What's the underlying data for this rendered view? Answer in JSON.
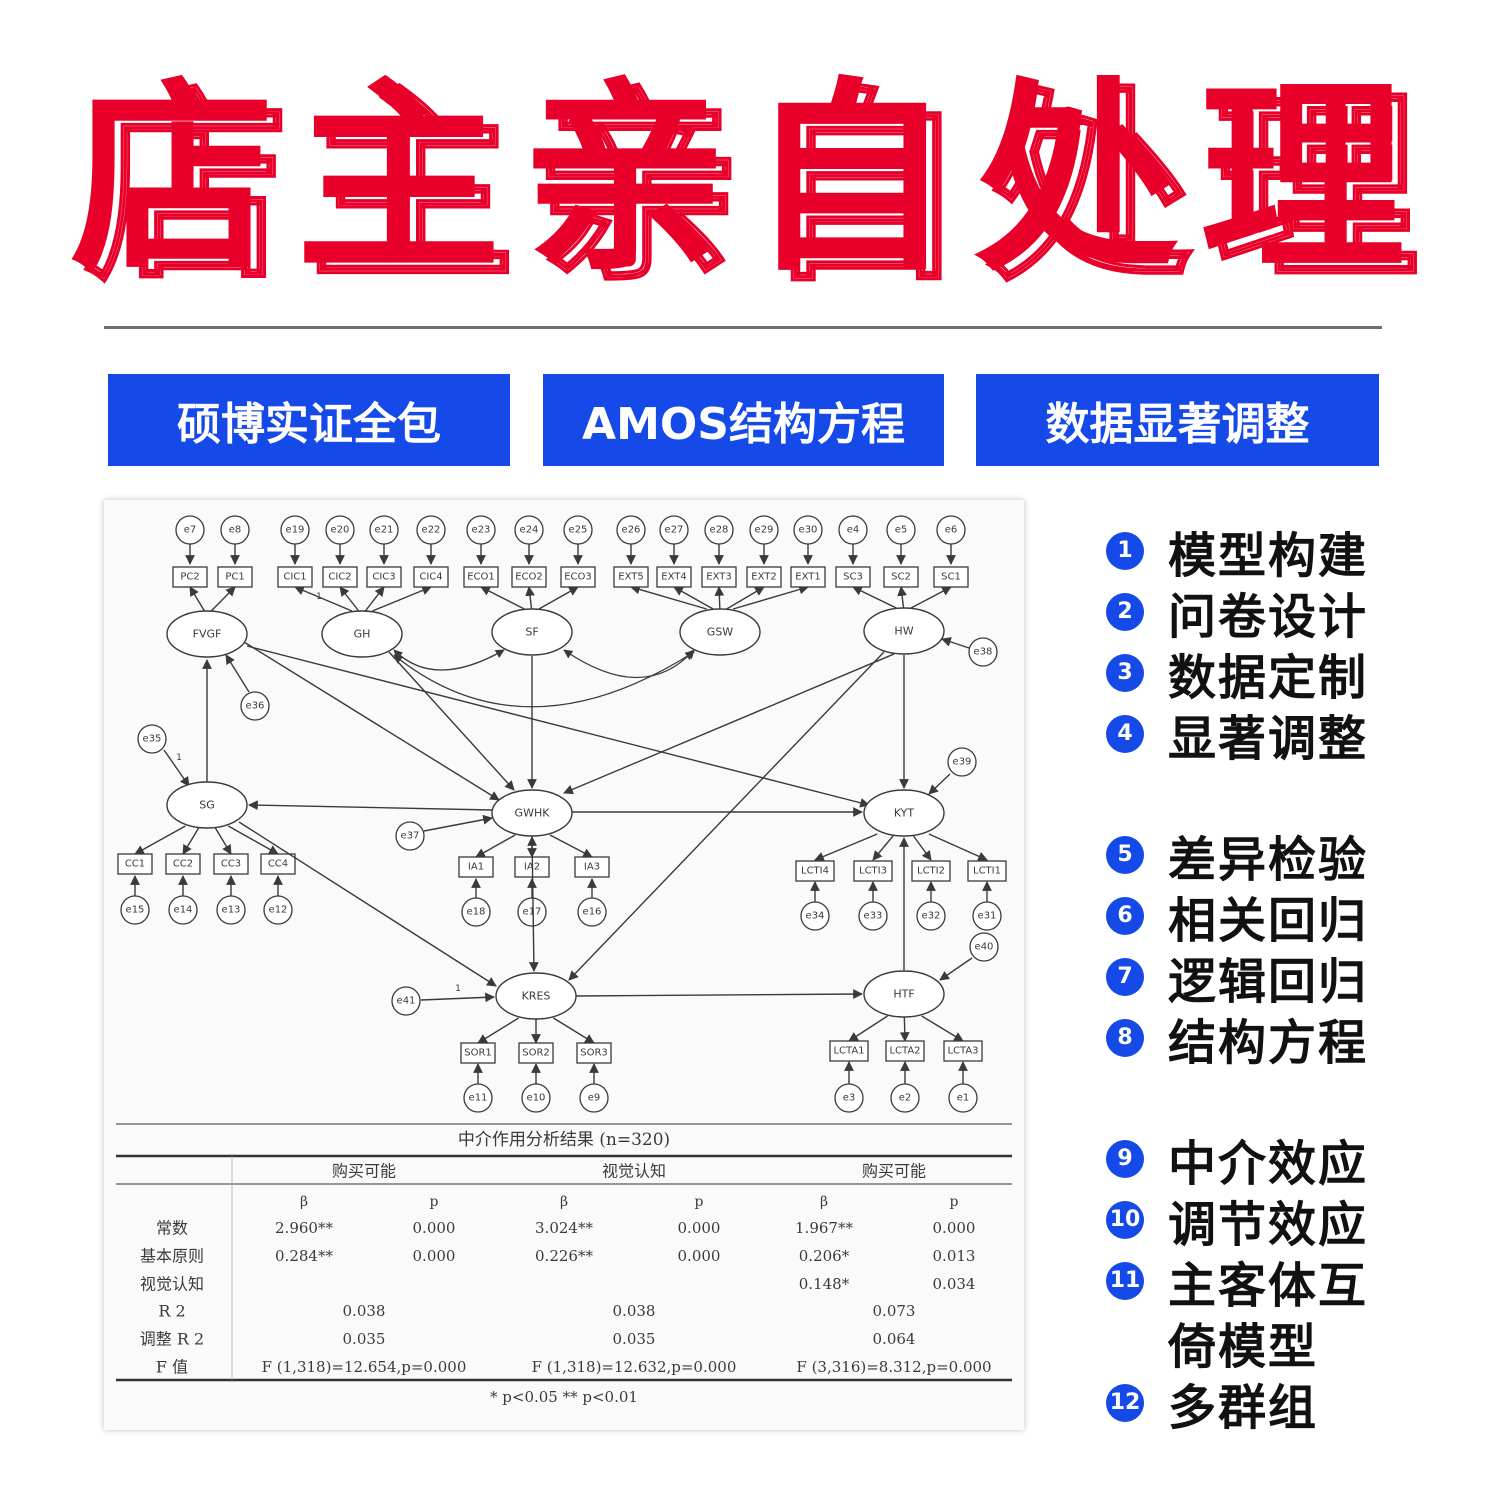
{
  "headline": "店主亲自处理",
  "tags": [
    "硕博实证全包",
    "AMOS结构方程",
    "数据显著调整"
  ],
  "services": [
    {
      "num": "1",
      "label": "模型构建"
    },
    {
      "num": "2",
      "label": "问卷设计"
    },
    {
      "num": "3",
      "label": "数据定制"
    },
    {
      "num": "4",
      "label": "显著调整"
    },
    {
      "num": "5",
      "label": "差异检验"
    },
    {
      "num": "6",
      "label": "相关回归"
    },
    {
      "num": "7",
      "label": "逻辑回归"
    },
    {
      "num": "8",
      "label": "结构方程"
    },
    {
      "num": "9",
      "label": "中介效应"
    },
    {
      "num": "10",
      "label": "调节效应"
    },
    {
      "num": "11",
      "label": "主客体互",
      "continuation": "倚模型"
    },
    {
      "num": "12",
      "label": "多群组"
    }
  ],
  "sem": {
    "latents": [
      "FVGF",
      "GH",
      "SF",
      "GSW",
      "HW",
      "SG",
      "GWHK",
      "KYT",
      "KRES",
      "HTF"
    ],
    "observed": [
      "PC2",
      "PC1",
      "CIC1",
      "CIC2",
      "CIC3",
      "CIC4",
      "ECO1",
      "ECO2",
      "ECO3",
      "EXT5",
      "EXT4",
      "EXT3",
      "EXT2",
      "EXT1",
      "SC3",
      "SC2",
      "SC1",
      "CC1",
      "CC2",
      "CC3",
      "CC4",
      "IA1",
      "IA2",
      "IA3",
      "LCTI4",
      "LCTI3",
      "LCTI2",
      "LCTI1",
      "SOR1",
      "SOR2",
      "SOR3",
      "LCTA1",
      "LCTA2",
      "LCTA3"
    ],
    "errors_top": [
      "e7",
      "e8",
      "e19",
      "e20",
      "e21",
      "e22",
      "e23",
      "e24",
      "e25",
      "e26",
      "e27",
      "e28",
      "e29",
      "e30",
      "e4",
      "e5",
      "e6"
    ],
    "errors_cc": [
      "e15",
      "e14",
      "e13",
      "e12"
    ],
    "errors_ia": [
      "e18",
      "e17",
      "e16"
    ],
    "errors_lcti": [
      "e34",
      "e33",
      "e32",
      "e31"
    ],
    "errors_sor": [
      "e11",
      "e10",
      "e9"
    ],
    "errors_lcta": [
      "e3",
      "e2",
      "e1"
    ],
    "disturbances": [
      "e35",
      "e36",
      "e37",
      "e38",
      "e39",
      "e40",
      "e41"
    ],
    "path_label": "1"
  },
  "table": {
    "title": "中介作用分析结果 (n=320)",
    "groups": [
      "购买可能",
      "视觉认知",
      "购买可能"
    ],
    "subheaders": [
      "β",
      "p",
      "β",
      "p",
      "β",
      "p"
    ],
    "rows": [
      {
        "label": "常数",
        "cells": [
          "2.960**",
          "0.000",
          "3.024**",
          "0.000",
          "1.967**",
          "0.000"
        ]
      },
      {
        "label": "基本原则",
        "cells": [
          "0.284**",
          "0.000",
          "0.226**",
          "0.000",
          "0.206*",
          "0.013"
        ]
      },
      {
        "label": "视觉认知",
        "cells": [
          "",
          "",
          "",
          "",
          "0.148*",
          "0.034"
        ]
      }
    ],
    "merged_rows": [
      {
        "label": "R 2",
        "cells": [
          "0.038",
          "0.038",
          "0.073"
        ]
      },
      {
        "label": "调整 R 2",
        "cells": [
          "0.035",
          "0.035",
          "0.064"
        ]
      },
      {
        "label": "F 值",
        "cells": [
          "F (1,318)=12.654,p=0.000",
          "F (1,318)=12.632,p=0.000",
          "F (3,316)=8.312,p=0.000"
        ]
      }
    ],
    "note": "* p<0.05 ** p<0.01"
  }
}
